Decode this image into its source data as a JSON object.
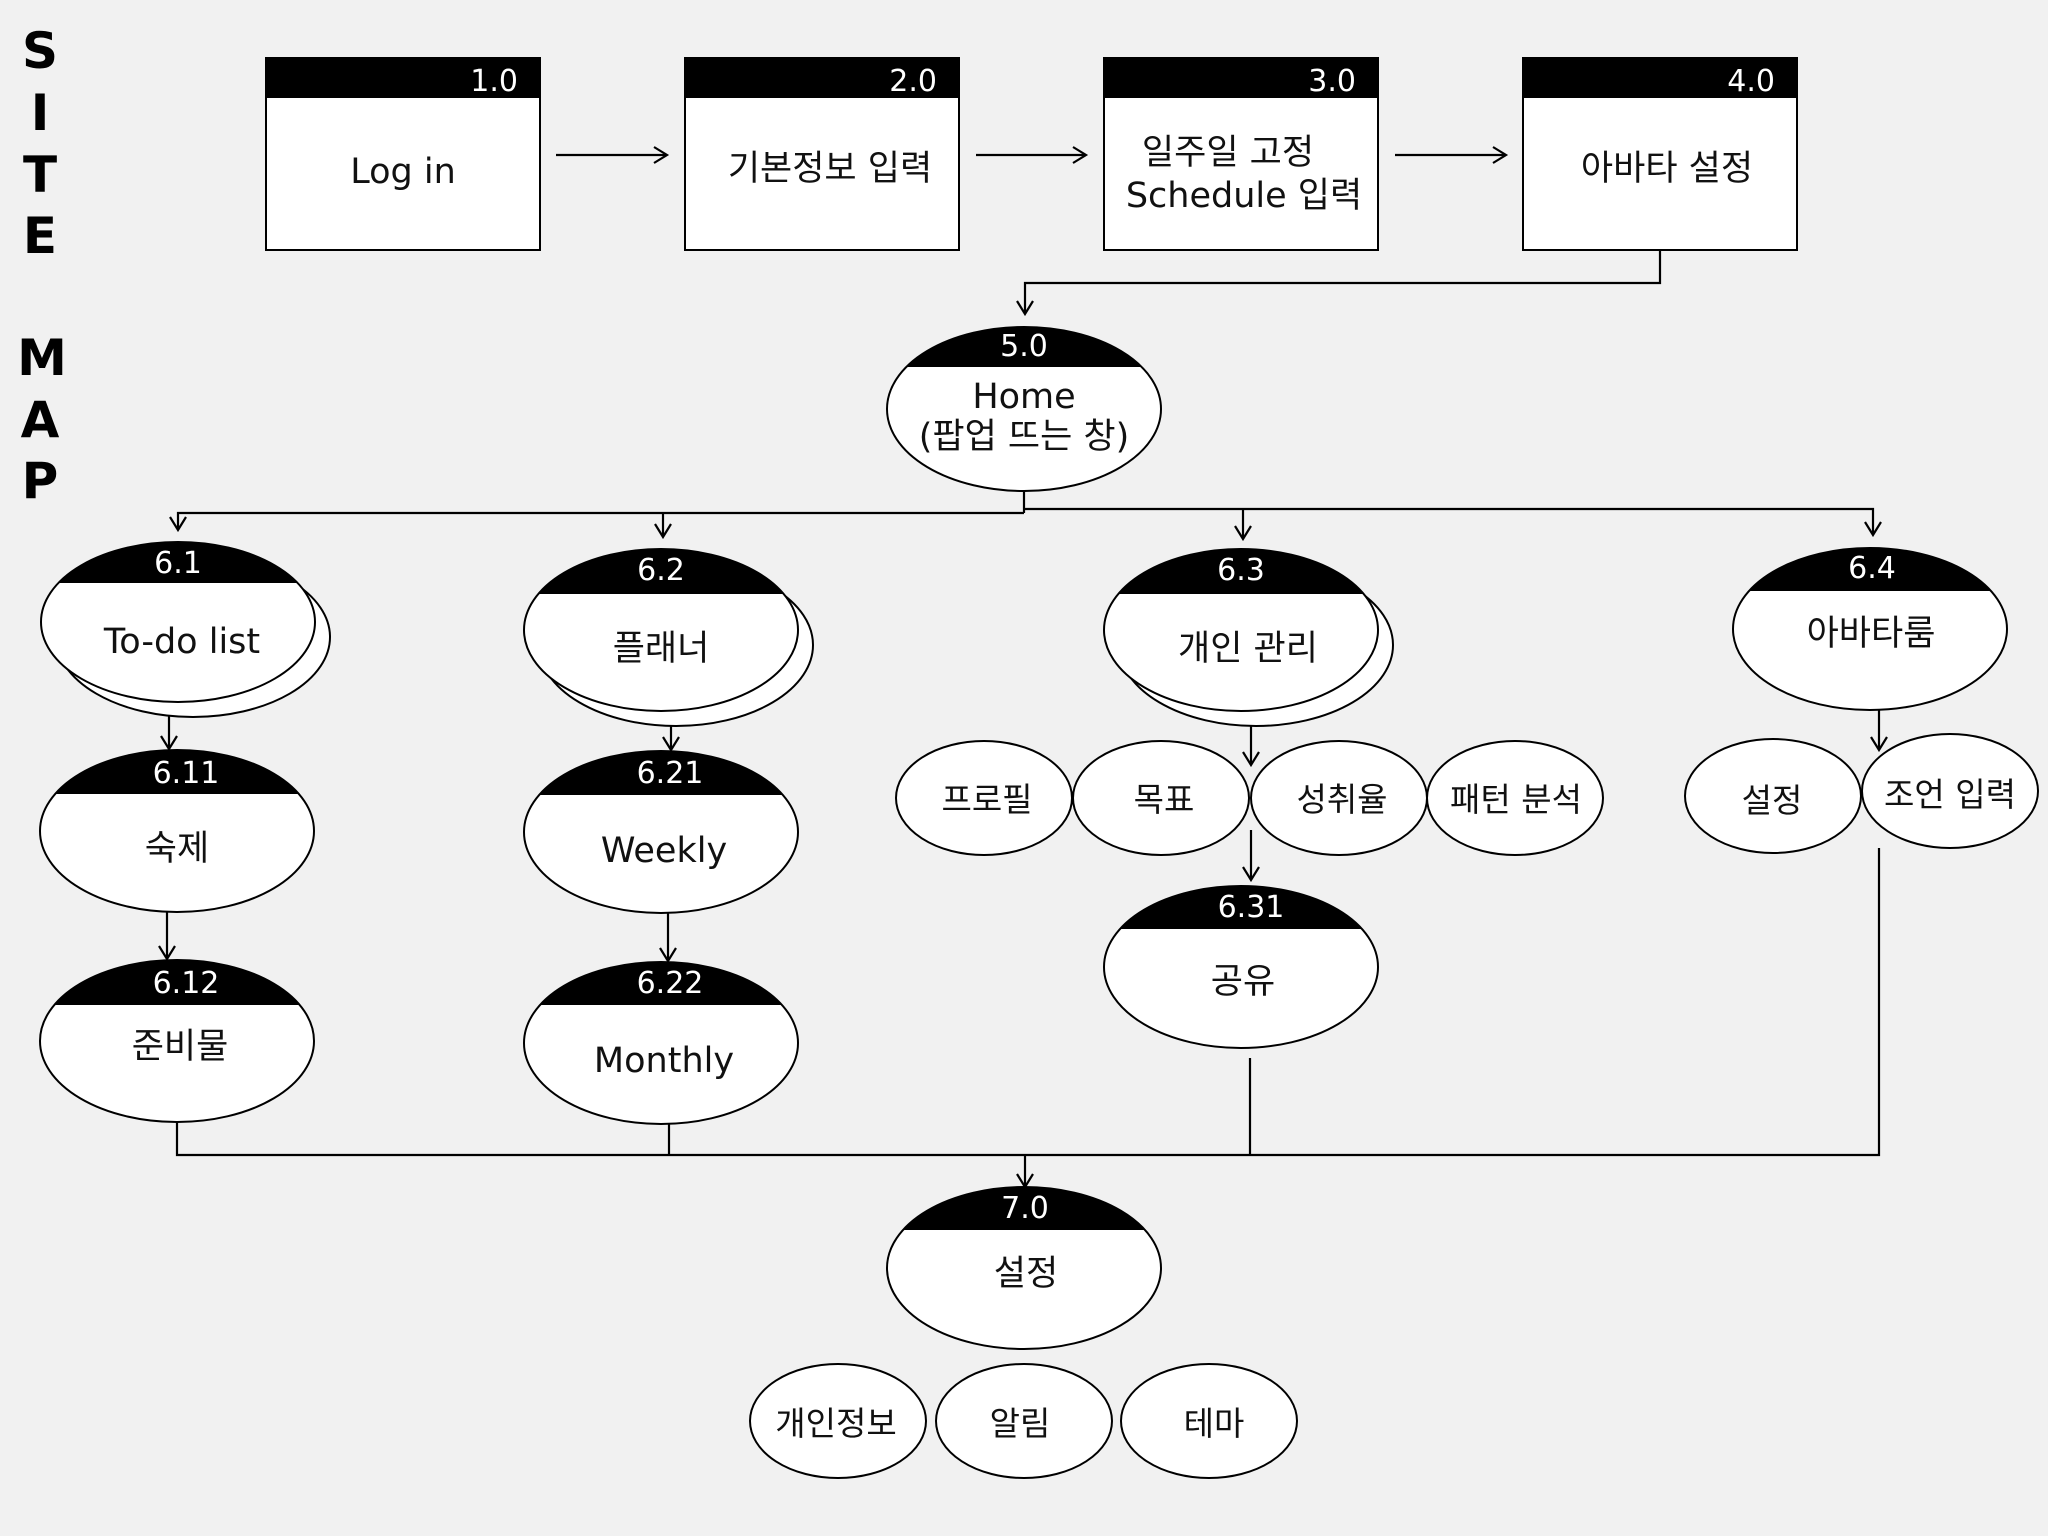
{
  "side_title": [
    "S",
    "I",
    "T",
    "E",
    "",
    "M",
    "A",
    "P"
  ],
  "boxes": {
    "b1": {
      "num": "1.0",
      "lines": [
        "Log in"
      ]
    },
    "b2": {
      "num": "2.0",
      "lines": [
        "기본정보 입력"
      ]
    },
    "b3": {
      "num": "3.0",
      "lines": [
        "일주일 고정",
        "Schedule 입력"
      ]
    },
    "b4": {
      "num": "4.0",
      "lines": [
        "아바타 설정"
      ]
    }
  },
  "nodes": {
    "home": {
      "num": "5.0",
      "lines": [
        "Home",
        "(팝업 뜨는 창)"
      ]
    },
    "todo": {
      "num": "6.1",
      "lines": [
        "To-do list"
      ]
    },
    "planner": {
      "num": "6.2",
      "lines": [
        "플래너"
      ]
    },
    "personal": {
      "num": "6.3",
      "lines": [
        "개인 관리"
      ]
    },
    "avatar": {
      "num": "6.4",
      "lines": [
        "아바타룸"
      ]
    },
    "homework": {
      "num": "6.11",
      "lines": [
        "숙제"
      ]
    },
    "supplies": {
      "num": "6.12",
      "lines": [
        "준비물"
      ]
    },
    "weekly": {
      "num": "6.21",
      "lines": [
        "Weekly"
      ]
    },
    "monthly": {
      "num": "6.22",
      "lines": [
        "Monthly"
      ]
    },
    "share": {
      "num": "6.31",
      "lines": [
        "공유"
      ]
    },
    "settings": {
      "num": "7.0",
      "lines": [
        "설정"
      ]
    }
  },
  "leaves": {
    "profile": "프로필",
    "goal": "목표",
    "achievement": "성취율",
    "pattern": "패턴 분석",
    "avatar_set": "설정",
    "advice": "조언 입력",
    "privacy": "개인정보",
    "alarm": "알림",
    "theme": "테마"
  }
}
